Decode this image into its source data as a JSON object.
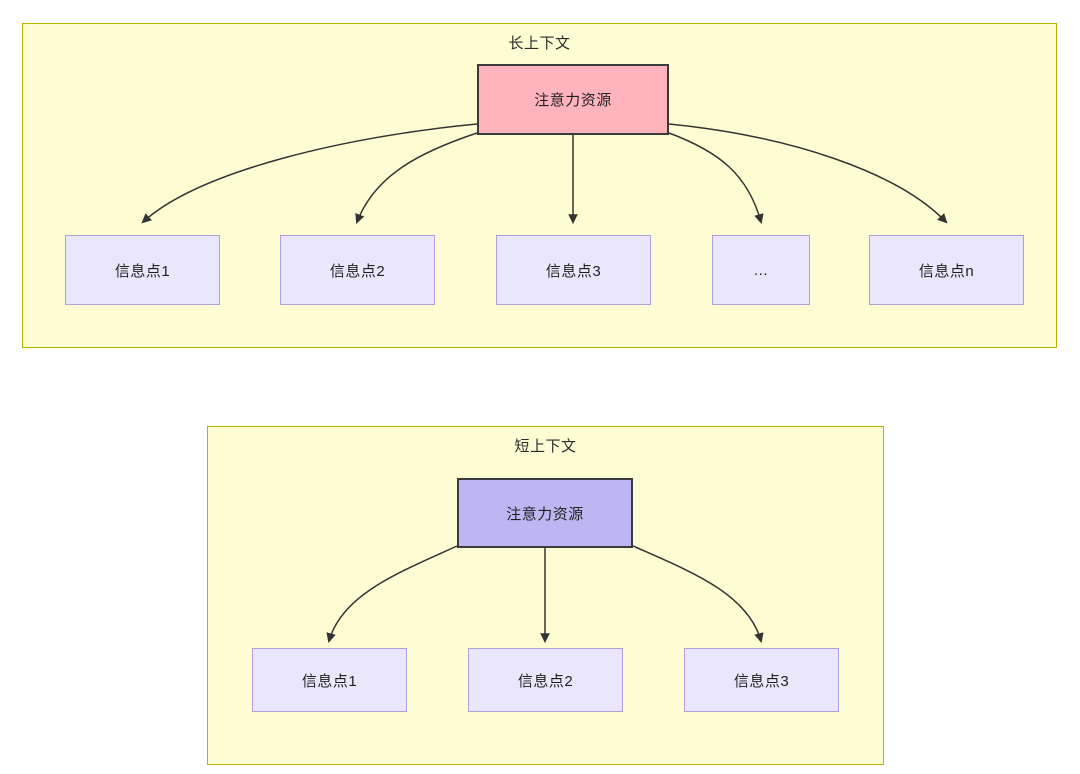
{
  "diagram": {
    "type": "flowchart",
    "panels": [
      {
        "id": "long-context",
        "title": "长上下文",
        "root": {
          "label": "注意力资源",
          "fill": "#ffb3bd",
          "border": "#3a3a3a"
        },
        "leaves": [
          {
            "label": "信息点1"
          },
          {
            "label": "信息点2"
          },
          {
            "label": "信息点3"
          },
          {
            "label": "..."
          },
          {
            "label": "信息点n"
          }
        ],
        "leaf_fill": "#eae7fd",
        "leaf_border": "#b39ddb",
        "panel_fill": "#fdfdd4",
        "panel_border": "#b3b300"
      },
      {
        "id": "short-context",
        "title": "短上下文",
        "root": {
          "label": "注意力资源",
          "fill": "#bcb7f2",
          "border": "#3a3a3a"
        },
        "leaves": [
          {
            "label": "信息点1"
          },
          {
            "label": "信息点2"
          },
          {
            "label": "信息点3"
          }
        ],
        "leaf_fill": "#eae7fd",
        "leaf_border": "#b39ddb",
        "panel_fill": "#fdfdd4",
        "panel_border": "#b3b300"
      }
    ],
    "edge_color": "#333333"
  }
}
